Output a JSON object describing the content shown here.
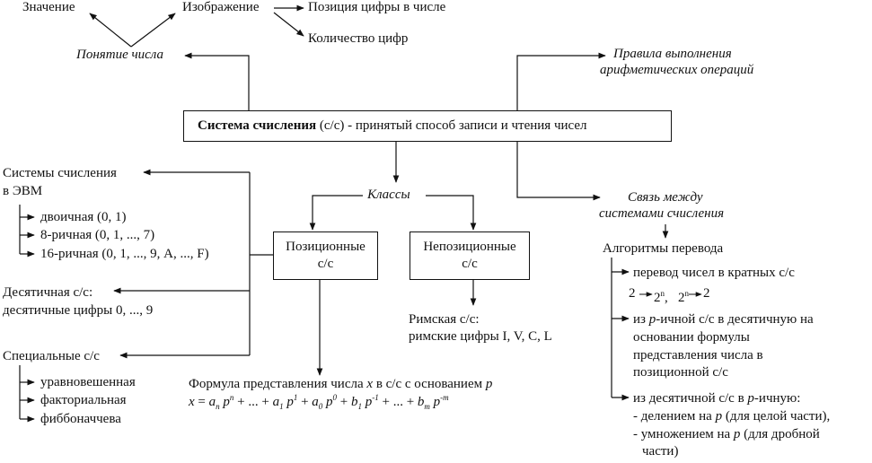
{
  "top": {
    "value": "Значение",
    "image": "Изображение",
    "digit_position": "Позиция цифры в числе",
    "digit_count": "Количество цифр",
    "concept": "Понятие числа",
    "arith_rules_1": "Правила выполнения",
    "arith_rules_2": "арифметических операций"
  },
  "main_box": {
    "bold": "Система счисления",
    "rest": " (с/с) - принятый способ записи и чтения чисел"
  },
  "classes": "Классы",
  "positional": {
    "line1": "Позиционные",
    "line2": "с/с"
  },
  "nonpositional": {
    "line1": "Непозиционные",
    "line2": "с/с"
  },
  "roman": {
    "line1": "Римская с/с:",
    "line2": "римские цифры I, V, C, L"
  },
  "formula": {
    "caption_a": "Формула представления числа ",
    "caption_x": "x",
    "caption_b": " в с/с с основанием ",
    "caption_p": "p"
  },
  "left": {
    "computer_1": "Системы счисления",
    "computer_2": "в ЭВМ",
    "binary": "двоичная (0, 1)",
    "octal": "8-ричная (0, 1, ..., 7)",
    "hex": "16-ричная (0, 1, ..., 9, A, ..., F)",
    "decimal_1": "Десятичная с/с:",
    "decimal_2": "десятичные цифры 0, ..., 9",
    "special": "Специальные с/с",
    "balanced": "уравновешенная",
    "factorial": "факториальная",
    "fibonacci": "фиббоначчева"
  },
  "right": {
    "link_1": "Связь между",
    "link_2": "системами счисления",
    "algorithms": "Алгоритмы перевода",
    "a1_1": "перевод чисел в кратных с/с",
    "a2_1a": "из ",
    "a2_1p": "p",
    "a2_1b": "-ичной с/с в десятичную на",
    "a2_2": "основании формулы",
    "a2_3": "представления числа в",
    "a2_4": "позиционной с/с",
    "a3_1a": "из десятичной с/с в ",
    "a3_1p": "p",
    "a3_1b": "-ичную:",
    "a3_2a": "- делением на ",
    "a3_2p": "p",
    "a3_2b": " (для целой части),",
    "a3_3a": "- умножением на ",
    "a3_3p": "p",
    "a3_3b": " (для дробной",
    "a3_4": "части)"
  }
}
